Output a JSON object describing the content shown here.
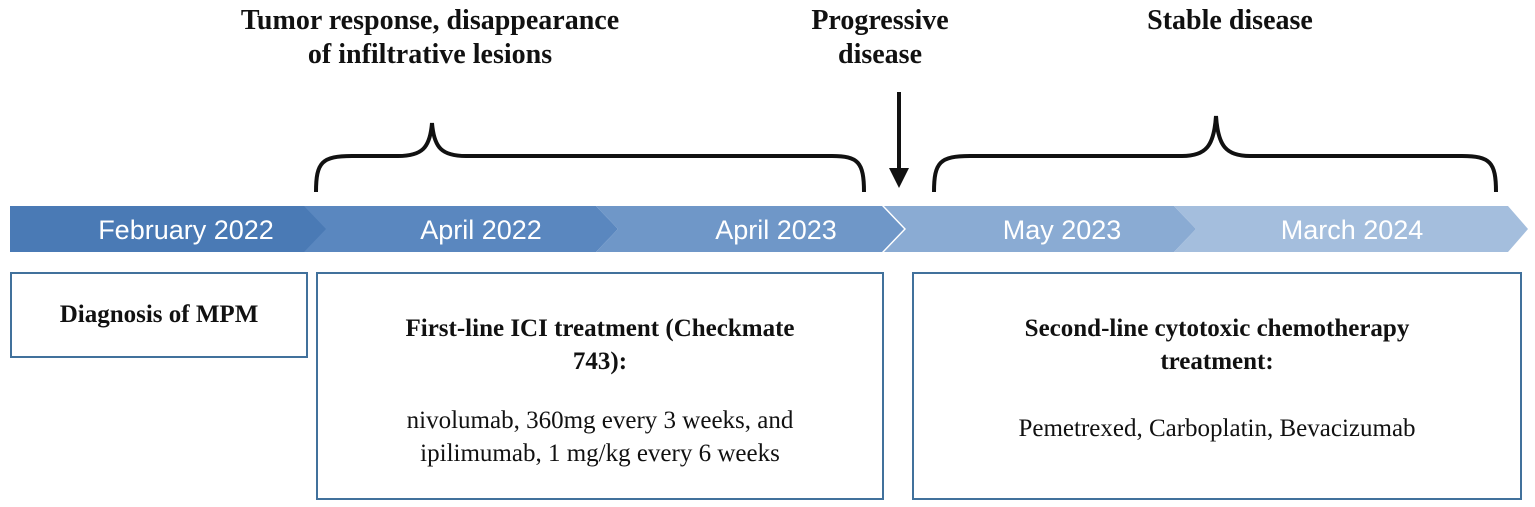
{
  "phases": {
    "response": {
      "line1": "Tumor response, disappearance",
      "line2": "of infiltrative lesions"
    },
    "progressive": {
      "line1": "Progressive",
      "line2": "disease"
    },
    "stable": {
      "line1": "Stable disease"
    }
  },
  "timeline": [
    {
      "label": "February 2022",
      "color": "#4a7ab5"
    },
    {
      "label": "April 2022",
      "color": "#5a87bf"
    },
    {
      "label": "April 2023",
      "color": "#6f97c8"
    },
    {
      "label": "May 2023",
      "color": "#8aabd3"
    },
    {
      "label": "March 2024",
      "color": "#a4bedd"
    }
  ],
  "boxes": {
    "diagnosis": {
      "title": "Diagnosis of MPM"
    },
    "first_line": {
      "title_line1": "First-line ICI treatment (Checkmate",
      "title_line2": "743):",
      "body_line1": "nivolumab, 360mg every 3 weeks, and",
      "body_line2": "ipilimumab, 1 mg/kg every 6 weeks"
    },
    "second_line": {
      "title_line1": "Second-line cytotoxic chemotherapy",
      "title_line2": "treatment:",
      "body_line1": "Pemetrexed, Carboplatin, Bevacizumab"
    }
  },
  "colors": {
    "border": "#41719c",
    "text": "#111111"
  }
}
